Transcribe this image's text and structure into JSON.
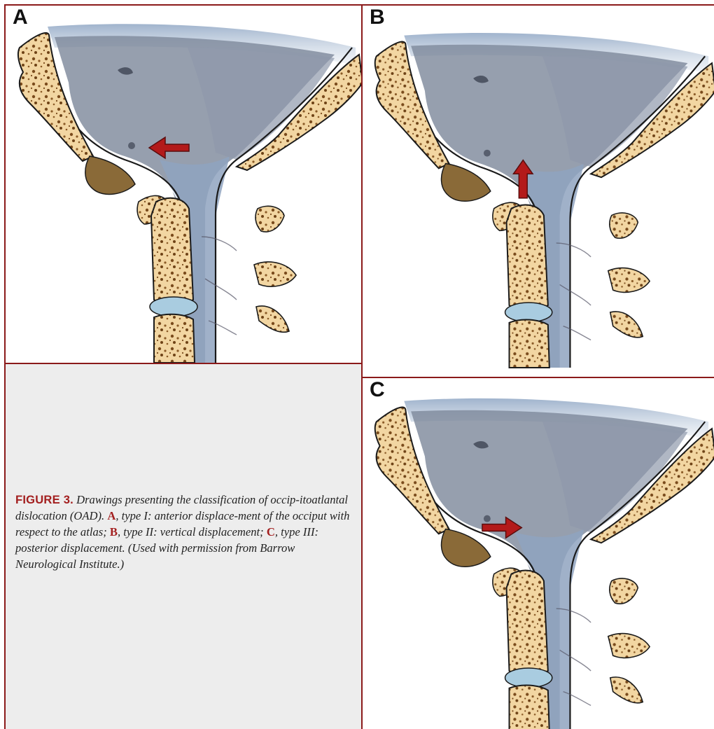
{
  "panels": [
    {
      "letter": "A",
      "arrow": "left",
      "arrow_icon": "arrow-left-icon"
    },
    {
      "letter": "B",
      "arrow": "up",
      "arrow_icon": "arrow-up-icon"
    },
    {
      "letter": "C",
      "arrow": "right",
      "arrow_icon": "arrow-right-icon"
    }
  ],
  "caption": {
    "figure_label": "FIGURE 3.",
    "intro": " Drawings presenting the classification of occip-itoatlantal dislocation (OAD). ",
    "ref_a": "A",
    "text_a": ", type I: anterior displace-ment of the occiput with respect to the atlas; ",
    "ref_b": "B",
    "text_b": ", type II: vertical displacement; ",
    "ref_c": "C",
    "text_c": ", type III: posterior displacement. (Used with permission from Barrow Neurological Institute.)"
  },
  "colors": {
    "frame": "#8b1a1a",
    "caption_accent": "#a31f1f",
    "caption_background": "#ededed",
    "bone": "#f2d6a2",
    "brain_blue": "#8fa3c0",
    "arrow": "#b31a1a",
    "disc": "#a9cce0"
  }
}
